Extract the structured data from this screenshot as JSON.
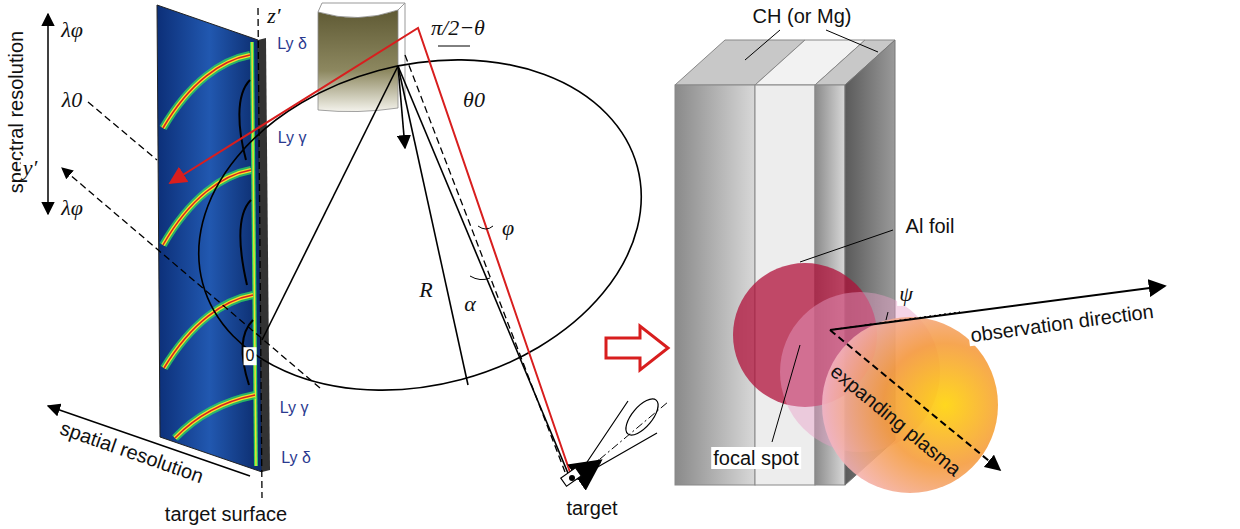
{
  "diagram": {
    "labels": [
      "spectral resolution",
      "λφ",
      "λ0",
      "λφ",
      "y′",
      "z′",
      "Ly δ",
      "Ly γ",
      "0",
      "Ly γ",
      "Ly δ",
      "spatial resolution",
      "target surface",
      "π/2−θ",
      "θ0",
      "φ",
      "R",
      "α",
      "target",
      "CH (or Mg)",
      "Al foil",
      "ψ",
      "observation direction",
      "expanding plasma",
      "focal spot"
    ]
  }
}
